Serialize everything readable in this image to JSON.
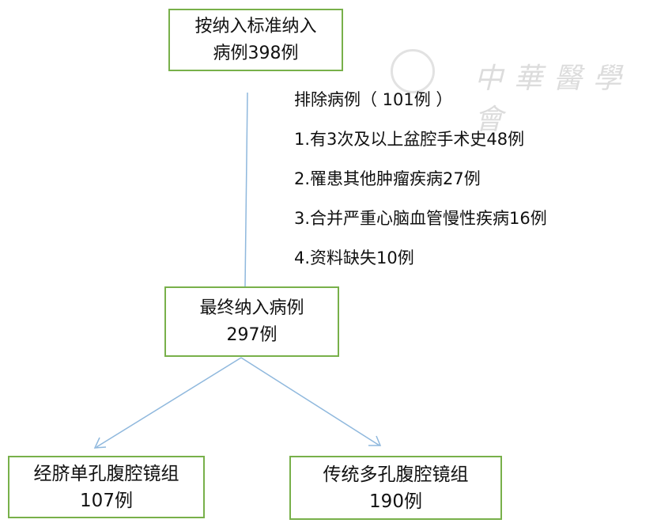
{
  "boxes": {
    "enrolled": {
      "line1": "按纳入标准纳入",
      "line2": "病例398例"
    },
    "final": {
      "line1": "最终纳入病例",
      "line2": "297例"
    },
    "single_port": {
      "line1": "经脐单孔腹腔镜组",
      "line2": "107例"
    },
    "multi_port": {
      "line1": "传统多孔腹腔镜组",
      "line2": "190例"
    }
  },
  "exclusion": {
    "title": "排除病例（ 101例 ）",
    "items": [
      "1.有3次及以上盆腔手术史48例",
      "2.罹患其他肿瘤疾病27例",
      "3.合并严重心脑血管慢性疾病16例",
      "4.资料缺失10例"
    ]
  },
  "watermark": "中華醫學會",
  "colors": {
    "box_border": "#78b04a",
    "arrow": "#8fb8dd"
  }
}
